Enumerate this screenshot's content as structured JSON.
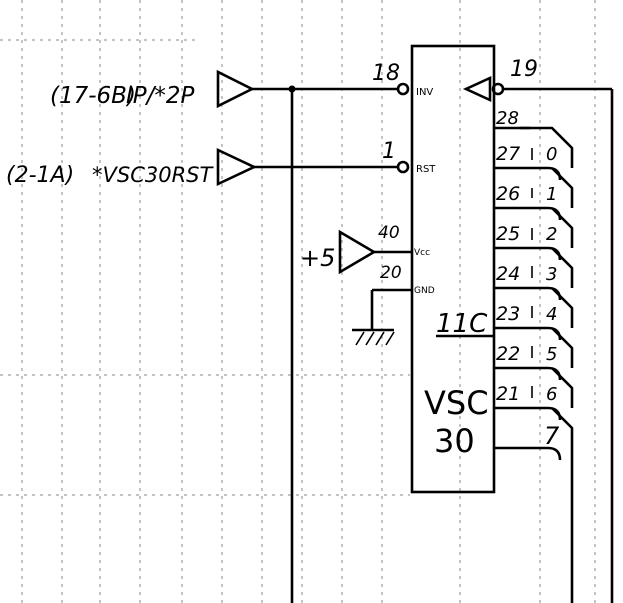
{
  "signals": {
    "ip_ref": "(17-6B)",
    "ip_name": "IP/*2P",
    "rst_ref": "(2-1A)",
    "rst_name": "*VSC30RST",
    "vcc": "+5"
  },
  "chip": {
    "designator": "11C",
    "part_line1": "VSC",
    "part_line2": "30",
    "pins_left": [
      {
        "num": "18",
        "label": "INV"
      },
      {
        "num": "1",
        "label": "RST"
      },
      {
        "num": "40",
        "label": "Vcc"
      },
      {
        "num": "20",
        "label": "GND"
      }
    ],
    "pin_right_top": "19",
    "pin_right_28": "28"
  },
  "bus": [
    {
      "pin": "27",
      "bit": "0"
    },
    {
      "pin": "26",
      "bit": "1"
    },
    {
      "pin": "25",
      "bit": "2"
    },
    {
      "pin": "24",
      "bit": "3"
    },
    {
      "pin": "23",
      "bit": "4"
    },
    {
      "pin": "22",
      "bit": "5"
    },
    {
      "pin": "21",
      "bit": "6"
    },
    {
      "pin": "",
      "bit": "7"
    }
  ]
}
